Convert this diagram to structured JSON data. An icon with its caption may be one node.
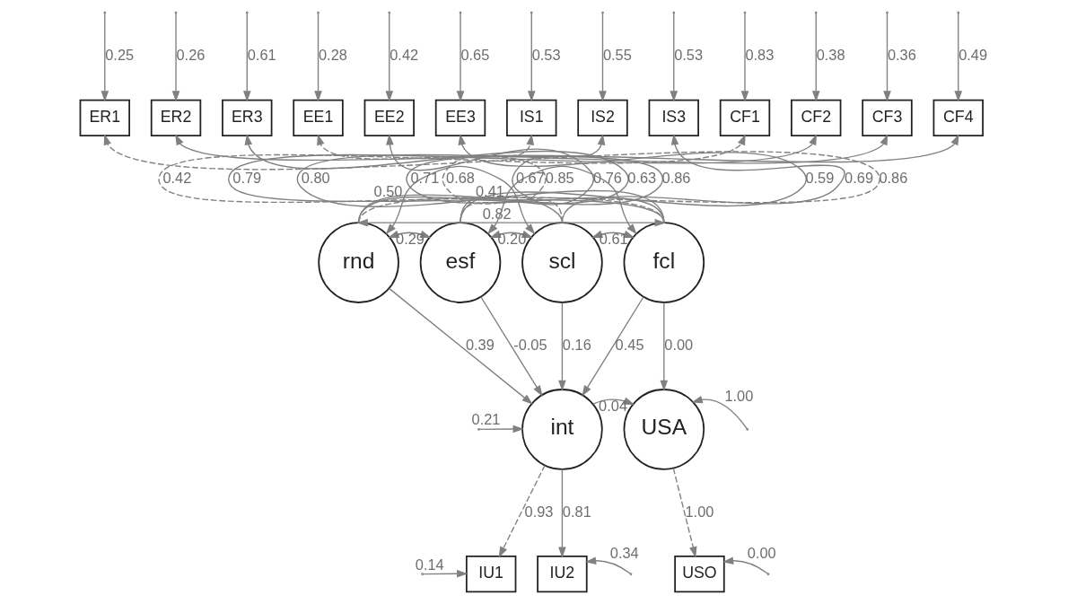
{
  "diagram": {
    "nodes": [
      {
        "text": [
          "ER1"
        ]
      },
      {
        "text": [
          "ER2"
        ]
      },
      {
        "text": [
          "ER3"
        ]
      },
      {
        "text": [
          "EE1"
        ]
      },
      {
        "text": [
          "EE2"
        ]
      },
      {
        "text": [
          "EE3"
        ]
      },
      {
        "text": [
          "IS1"
        ]
      },
      {
        "text": [
          "IS2"
        ]
      },
      {
        "text": [
          "IS3"
        ]
      },
      {
        "text": [
          "CF1"
        ]
      },
      {
        "text": [
          "CF2"
        ]
      },
      {
        "text": [
          "CF3"
        ]
      },
      {
        "text": [
          "CF4"
        ]
      },
      {
        "text": [
          "rnd"
        ]
      },
      {
        "text": [
          "esf"
        ]
      },
      {
        "text": [
          "scl"
        ]
      },
      {
        "text": [
          "fcl"
        ]
      },
      {
        "text": [
          "int"
        ]
      },
      {
        "text": [
          "USA"
        ]
      },
      {
        "text": [
          "IU1"
        ]
      },
      {
        "text": [
          "IU2"
        ]
      },
      {
        "text": [
          "USO"
        ]
      }
    ],
    "edges": [
      {
        "from": null,
        "to": 0,
        "arrow": "to",
        "label": "0.25"
      },
      {
        "from": null,
        "to": 1,
        "arrow": "to",
        "label": "0.26"
      },
      {
        "from": null,
        "to": 2,
        "arrow": "to",
        "label": "0.61"
      },
      {
        "from": null,
        "to": 3,
        "arrow": "to",
        "label": "0.28"
      },
      {
        "from": null,
        "to": 4,
        "arrow": "to",
        "label": "0.42"
      },
      {
        "from": null,
        "to": 5,
        "arrow": "to",
        "label": "0.65"
      },
      {
        "from": null,
        "to": 6,
        "arrow": "to",
        "label": "0.53"
      },
      {
        "from": null,
        "to": 7,
        "arrow": "to",
        "label": "0.55"
      },
      {
        "from": null,
        "to": 8,
        "arrow": "to",
        "label": "0.53"
      },
      {
        "from": null,
        "to": 9,
        "arrow": "to",
        "label": "0.83"
      },
      {
        "from": null,
        "to": 10,
        "arrow": "to",
        "label": "0.38"
      },
      {
        "from": null,
        "to": 11,
        "arrow": "to",
        "label": "0.36"
      },
      {
        "from": null,
        "to": 12,
        "arrow": "to",
        "label": "0.49"
      },
      {
        "from": 13,
        "to": 0,
        "arrow": "to",
        "label": "0.86",
        "style": "dashed"
      },
      {
        "from": 13,
        "to": 1,
        "arrow": "to",
        "label": "0.86"
      },
      {
        "from": 13,
        "to": 2,
        "arrow": "to",
        "label": "0.63"
      },
      {
        "from": 14,
        "to": 3,
        "arrow": "to",
        "label": "0.85",
        "style": "dashed"
      },
      {
        "from": 14,
        "to": 4,
        "arrow": "to",
        "label": "0.76"
      },
      {
        "from": 14,
        "to": 5,
        "arrow": "to",
        "label": "0.59"
      },
      {
        "from": 15,
        "to": 6,
        "arrow": "to",
        "label": "0.68",
        "style": "dashed"
      },
      {
        "from": 15,
        "to": 7,
        "arrow": "to",
        "label": "0.67"
      },
      {
        "from": 15,
        "to": 8,
        "arrow": "to",
        "label": "0.69"
      },
      {
        "from": 16,
        "to": 9,
        "arrow": "to",
        "label": "0.42",
        "style": "dashed"
      },
      {
        "from": 16,
        "to": 10,
        "arrow": "to",
        "label": "0.79"
      },
      {
        "from": 16,
        "to": 11,
        "arrow": "to",
        "label": "0.80"
      },
      {
        "from": 16,
        "to": 12,
        "arrow": "to",
        "label": "0.71"
      },
      {
        "from": 13,
        "to": 16,
        "arrow": "both",
        "label": "0.82"
      },
      {
        "from": 13,
        "to": 15,
        "arrow": "both",
        "label": "0.50"
      },
      {
        "from": 14,
        "to": 16,
        "arrow": "both",
        "label": "0.41"
      },
      {
        "from": 13,
        "to": 14,
        "arrow": "both",
        "label": "0.29"
      },
      {
        "from": 14,
        "to": 15,
        "arrow": "both",
        "label": "0.20"
      },
      {
        "from": 15,
        "to": 16,
        "arrow": "both",
        "label": "0.61"
      },
      {
        "from": 13,
        "to": 17,
        "arrow": "to",
        "label": "0.39"
      },
      {
        "from": 14,
        "to": 17,
        "arrow": "to",
        "label": "-0.05"
      },
      {
        "from": 15,
        "to": 17,
        "arrow": "to",
        "label": "0.16"
      },
      {
        "from": 16,
        "to": 17,
        "arrow": "to",
        "label": "0.45"
      },
      {
        "from": 16,
        "to": 18,
        "arrow": "to",
        "label": "0.00"
      },
      {
        "from": null,
        "to": 17,
        "arrow": "to",
        "label": "0.21"
      },
      {
        "from": null,
        "to": 18,
        "arrow": "to",
        "label": "1.00"
      },
      {
        "from": 17,
        "to": 18,
        "arrow": "to",
        "label": "0.04"
      },
      {
        "from": 17,
        "to": 19,
        "arrow": "to",
        "label": "0.93",
        "style": "dashed"
      },
      {
        "from": 17,
        "to": 20,
        "arrow": "to",
        "label": "0.81"
      },
      {
        "from": 18,
        "to": 21,
        "arrow": "to",
        "label": "1.00",
        "style": "dashed"
      },
      {
        "from": null,
        "to": 19,
        "arrow": "to",
        "label": "0.14"
      },
      {
        "from": null,
        "to": 20,
        "arrow": "to",
        "label": "0.34"
      },
      {
        "from": null,
        "to": 21,
        "arrow": "to",
        "label": "0.00"
      }
    ]
  }
}
